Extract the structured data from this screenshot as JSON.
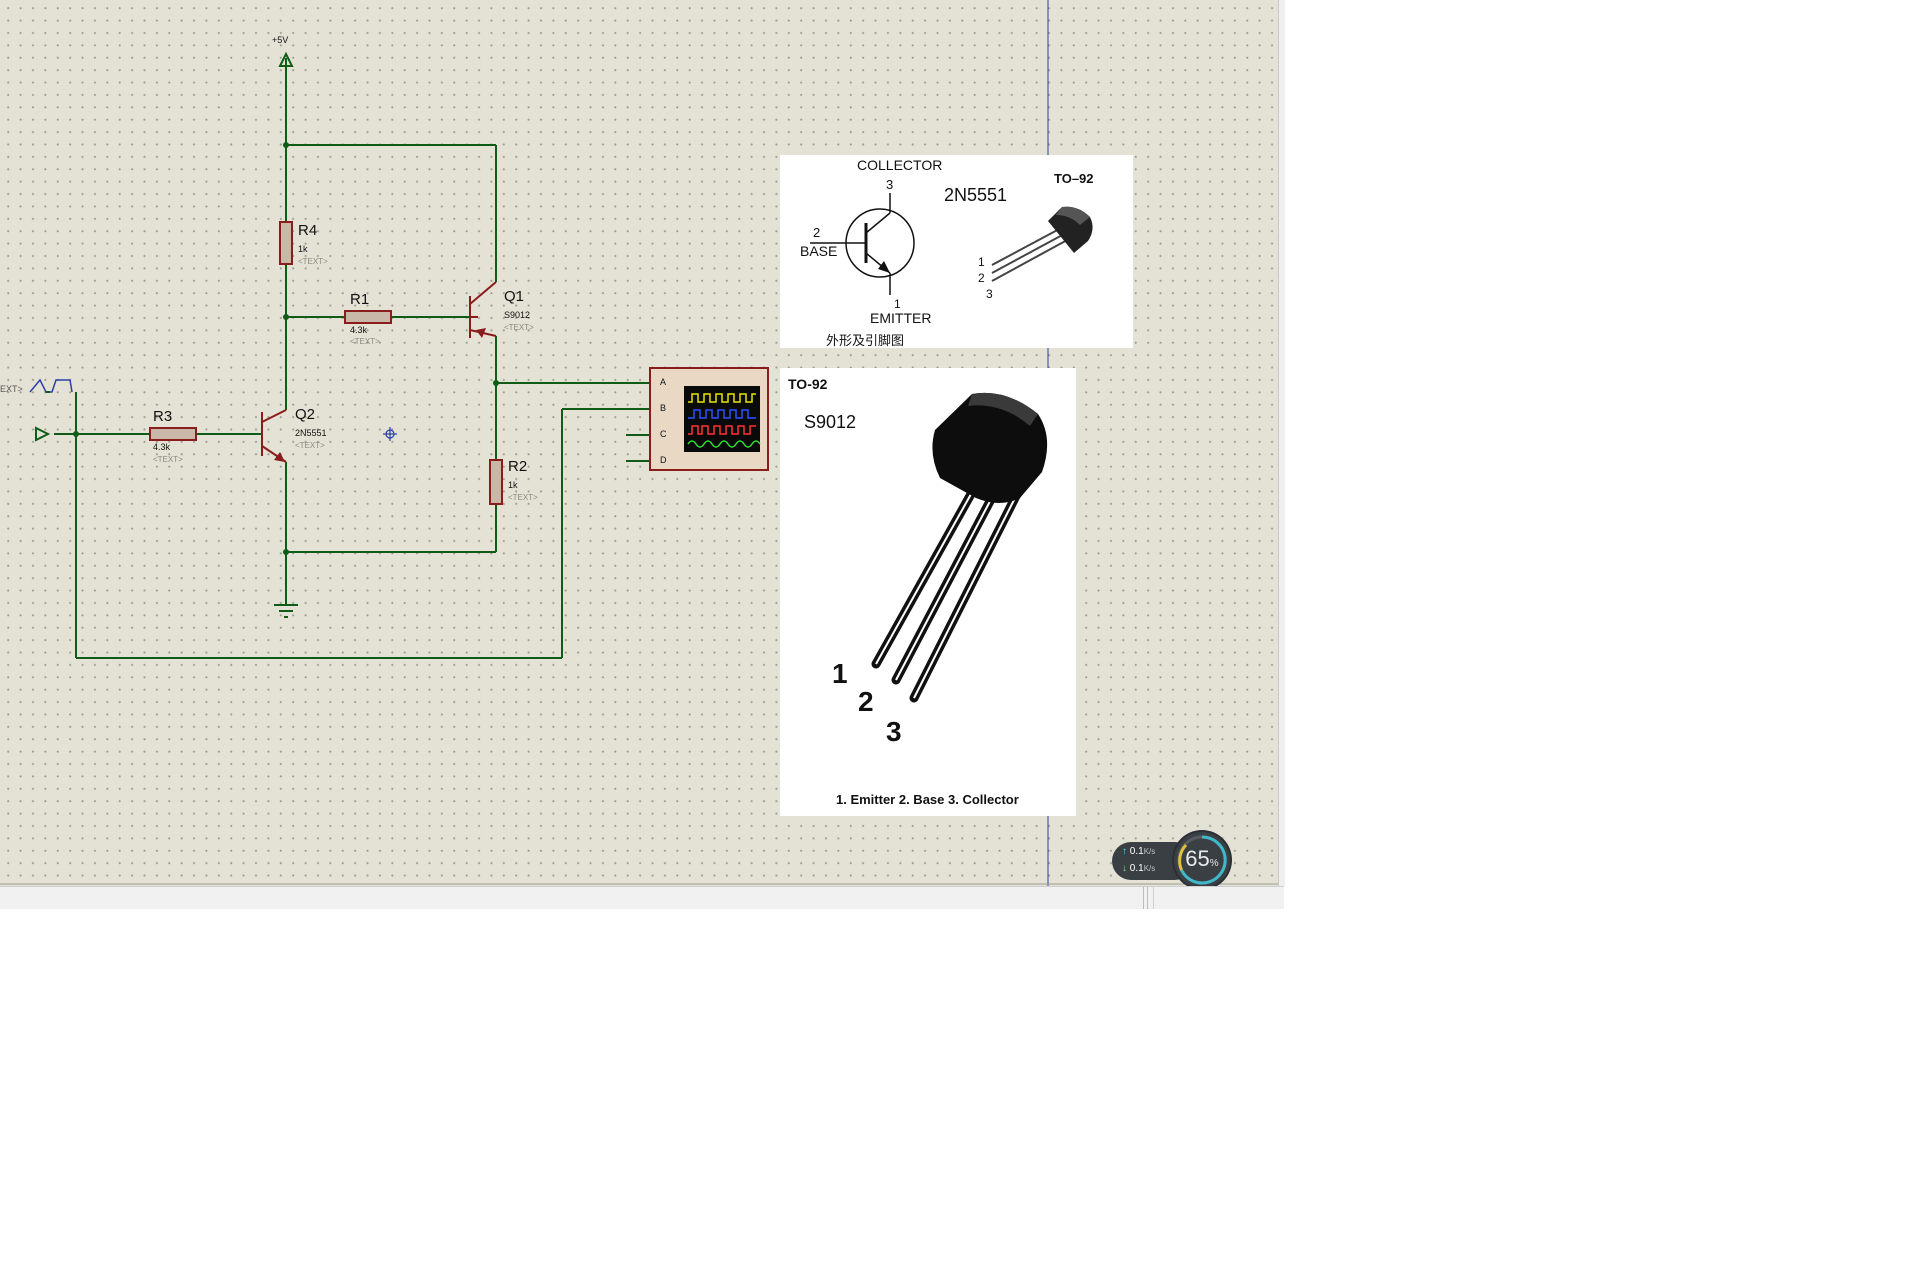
{
  "schematic": {
    "supply_label": "+5V",
    "stray_text_label": "EXT>",
    "components": {
      "R4": {
        "ref": "R4",
        "value": "1k",
        "text": "<TEXT>"
      },
      "R1": {
        "ref": "R1",
        "value": "4.3k",
        "text": "<TEXT>"
      },
      "R3": {
        "ref": "R3",
        "value": "4.3k",
        "text": "<TEXT>"
      },
      "R2": {
        "ref": "R2",
        "value": "1k",
        "text": "<TEXT>"
      },
      "Q1": {
        "ref": "Q1",
        "value": "S9012",
        "text": "<TEXT>"
      },
      "Q2": {
        "ref": "Q2",
        "value": "2N5551",
        "text": "<TEXT>"
      }
    },
    "oscilloscope": {
      "channels": [
        "A",
        "B",
        "C",
        "D"
      ]
    }
  },
  "datasheet_2n5551": {
    "collector": "COLLECTOR",
    "pin_collector": "3",
    "part": "2N5551",
    "package": "TO–92",
    "pin_base": "2",
    "base": "BASE",
    "pin_emitter": "1",
    "emitter": "EMITTER",
    "caption": "外形及引脚图",
    "lead_1": "1",
    "lead_2": "2",
    "lead_3": "3"
  },
  "datasheet_s9012": {
    "package": "TO-92",
    "part": "S9012",
    "lead_1": "1",
    "lead_2": "2",
    "lead_3": "3",
    "pinout": "1.  Emitter 2.   Base 3.  Collector"
  },
  "network_monitor": {
    "upload": "0.1",
    "download": "0.1",
    "unit": "K/s",
    "percent": "65",
    "percent_sign": "%"
  },
  "colors": {
    "wire": "#0f5c16",
    "component": "#8a1c1c",
    "canvas": "#e4e2d5",
    "marker": "#2b3fa8"
  }
}
